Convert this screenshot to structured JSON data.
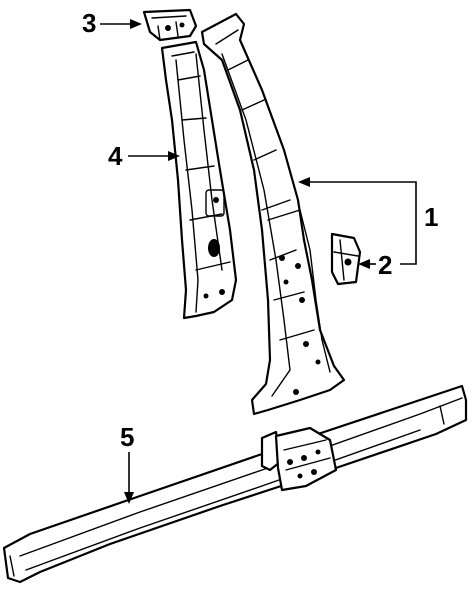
{
  "callouts": {
    "c1": "1",
    "c2": "2",
    "c3": "3",
    "c4": "4",
    "c5": "5"
  },
  "colors": {
    "ink": "#000000",
    "paper": "#ffffff"
  }
}
